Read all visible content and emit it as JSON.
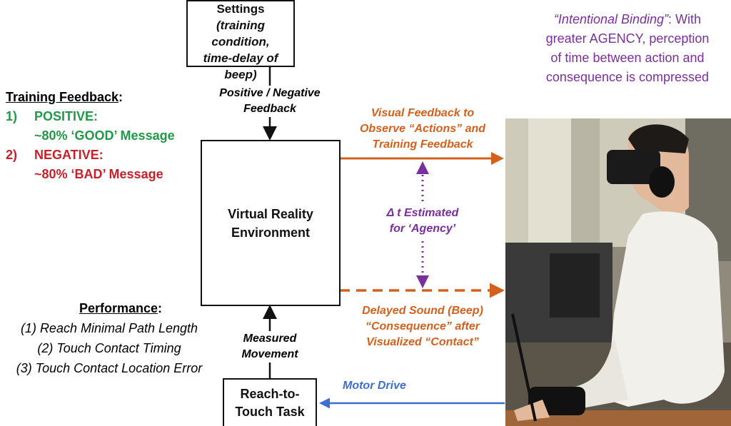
{
  "experiment_settings": {
    "line1": "Experiment Settings",
    "line2": "(training condition,",
    "line3": "time-delay of beep)"
  },
  "feedback_arrow_label": {
    "line1": "Positive / Negative",
    "line2": "Feedback"
  },
  "vr_box": {
    "line1": "Virtual Reality",
    "line2": "Environment"
  },
  "measured_label": {
    "line1": "Measured",
    "line2": "Movement"
  },
  "reach_box": {
    "line1": "Reach-to-",
    "line2": "Touch Task"
  },
  "motor_drive": "Motor Drive",
  "visual_feedback": {
    "line1": "Visual Feedback to",
    "line2": "Observe “Actions” and",
    "line3": "Training Feedback"
  },
  "delta_t": {
    "line1": "Δ t Estimated",
    "line2": "for ‘Agency’"
  },
  "delayed_sound": {
    "line1": "Delayed Sound (Beep)",
    "line2": "“Consequence” after",
    "line3": "Visualized “Contact”"
  },
  "intentional_binding": {
    "title": "“Intentional Binding”",
    "line1": ": With",
    "line2": "greater AGENCY, perception",
    "line3": "of time between action and",
    "line4": "consequence is compressed"
  },
  "training_feedback": {
    "heading": "Training Feedback",
    "colon": ":",
    "items": [
      {
        "num": "1)",
        "label": "POSITIVE:",
        "detail": "~80% ‘GOOD’ Message"
      },
      {
        "num": "2)",
        "label": "NEGATIVE:",
        "detail": "~80% ‘BAD’ Message"
      }
    ]
  },
  "performance": {
    "heading": "Performance",
    "colon": ":",
    "items": [
      "(1) Reach Minimal Path Length",
      "(2) Touch Contact Timing",
      "(3) Touch Contact Location Error"
    ]
  },
  "colors": {
    "orange": "#d4601c",
    "purple": "#7a2f9c",
    "blue": "#3c6fcf",
    "green": "#1f9a47",
    "red": "#c8202a"
  }
}
